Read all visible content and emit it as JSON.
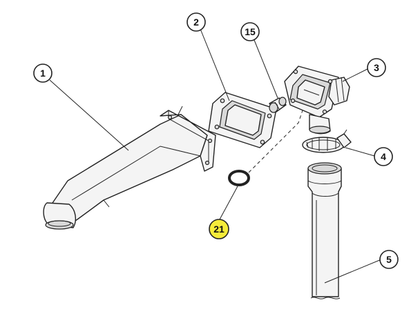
{
  "callouts": [
    {
      "id": "c1",
      "label": "1",
      "highlight": false
    },
    {
      "id": "c2",
      "label": "2",
      "highlight": false
    },
    {
      "id": "c15",
      "label": "15",
      "highlight": false
    },
    {
      "id": "c3",
      "label": "3",
      "highlight": false
    },
    {
      "id": "c4",
      "label": "4",
      "highlight": false
    },
    {
      "id": "c5",
      "label": "5",
      "highlight": false
    },
    {
      "id": "c21",
      "label": "21",
      "highlight": true
    }
  ],
  "colors": {
    "highlight": "#f5ec3a",
    "line": "#222222",
    "part_fill": "#f4f4f4"
  }
}
